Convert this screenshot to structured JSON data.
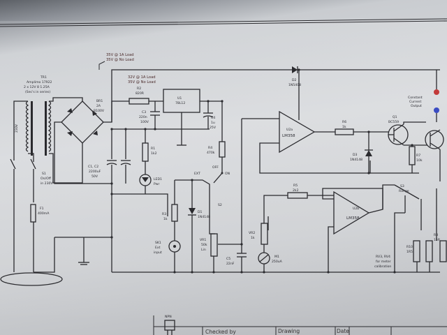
{
  "schematic": {
    "transformer": {
      "ref": "TR1",
      "desc": [
        "Amplimo 17922",
        "2 x 12V 8 1.25A",
        "(Sec's in series)"
      ]
    },
    "mains_label": "230V",
    "switch_s1": [
      "S1",
      "On/Off",
      "in 230V"
    ],
    "fuse_f1": [
      "F1",
      "400mA"
    ],
    "rectifier": [
      "BR1",
      "2A",
      "B100V"
    ],
    "r2": [
      "R2",
      "820R"
    ],
    "c3": [
      "C3",
      "220n",
      "100V"
    ],
    "u1": [
      "U1",
      "78L12"
    ],
    "c4": [
      "C4",
      "1u",
      "25V"
    ],
    "c1c2": [
      "C1, C2",
      "2200uF",
      "50V"
    ],
    "r1": [
      "R1",
      "1k2"
    ],
    "led1": [
      "LED1",
      "Pwr"
    ],
    "r4": [
      "R4",
      "470k"
    ],
    "s2": [
      "OFF",
      "ON",
      "S2"
    ],
    "ext": "EXT",
    "r3": [
      "R3",
      "1k"
    ],
    "d1_ref": [
      "D1",
      "1N4148"
    ],
    "sk1": [
      "SK1",
      "Ext",
      "input"
    ],
    "vr1": [
      "VR1",
      "50k",
      "Lin"
    ],
    "c5": [
      "C5",
      "22nF"
    ],
    "vr2": [
      "VR2",
      "1k"
    ],
    "m1": [
      "M1",
      "250uA"
    ],
    "r5": [
      "R5",
      "2k2"
    ],
    "u2a": [
      "U2a",
      "LM358"
    ],
    "u2b": [
      "U2b",
      "LM358"
    ],
    "r6": [
      "R6",
      "1k"
    ],
    "d3": [
      "D3",
      "1N4148"
    ],
    "r7": [
      "R7",
      "10k"
    ],
    "q1": [
      "Q1",
      "BC559"
    ],
    "d2": [
      "D2",
      "1N5408"
    ],
    "s3": [
      "S3",
      "Range"
    ],
    "rv3": [
      "RV3, RV4",
      "for meter",
      "calibration"
    ],
    "r10": [
      "R10",
      "1R5"
    ],
    "r8": [
      "R8",
      "15R"
    ],
    "supply_notes": [
      "35V @ 1A Load",
      "35V @ No Load"
    ],
    "inner_notes": [
      "32V @ 1A Load",
      "35V @ No Load"
    ],
    "output_label": [
      "Constant",
      "Current",
      "Output"
    ],
    "part_npn": "NPN",
    "title_block": {
      "checked_by": "Checked by",
      "drawing": "Drawing",
      "date": "Date"
    }
  }
}
